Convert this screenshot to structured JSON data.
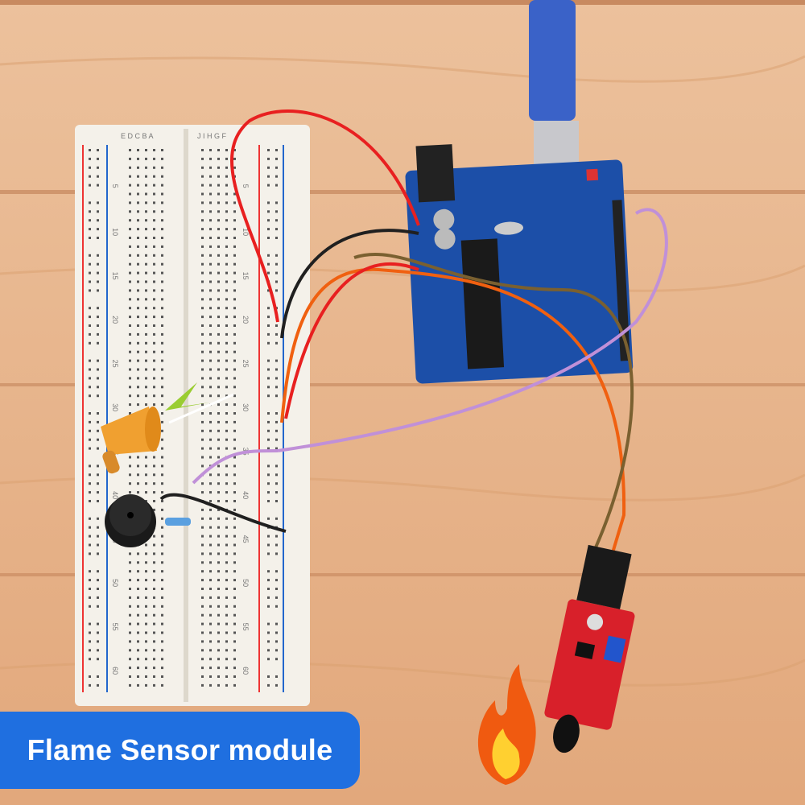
{
  "caption": {
    "title": "Flame Sensor module"
  },
  "breadboard": {
    "row_numbers": [
      "5",
      "10",
      "15",
      "20",
      "25",
      "30",
      "35",
      "40",
      "45",
      "50",
      "55",
      "60"
    ],
    "left_letters": "E D C B A",
    "right_letters": "J I H G F"
  },
  "colors": {
    "wood": "#e8b48a",
    "label_bg": "#1f6fe0",
    "arduino": "#1c4fa8",
    "sensor": "#d8202a",
    "wire_red": "#e82020",
    "wire_orange": "#f06010",
    "wire_brown": "#7a6030",
    "wire_purple": "#c090d8",
    "wire_black": "#202020"
  }
}
